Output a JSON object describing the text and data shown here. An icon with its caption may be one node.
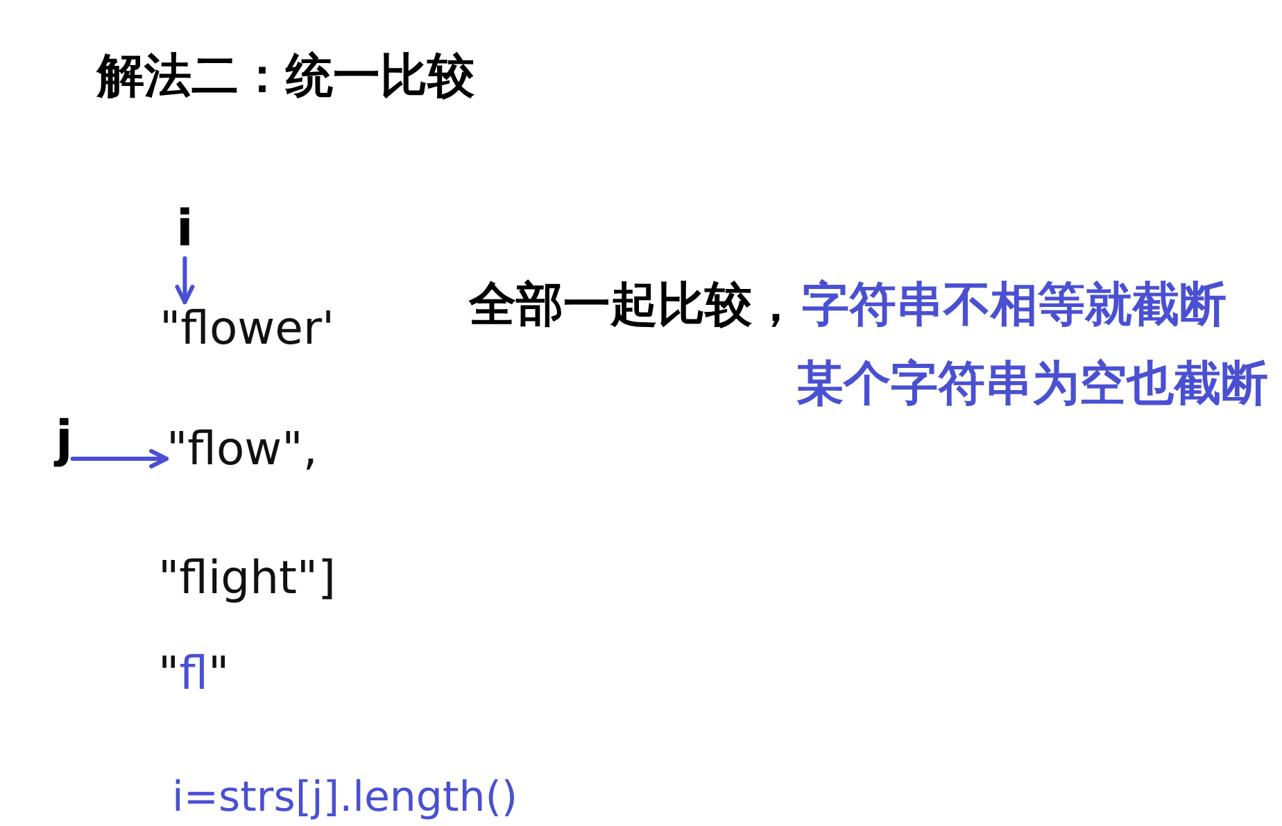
{
  "diagram": {
    "title": "解法二：统一比较",
    "nodes": [
      {
        "text": [
          "i"
        ]
      },
      {
        "text": [
          "\"flower'"
        ]
      },
      {
        "text": [
          "j"
        ]
      },
      {
        "text": [
          "\"flow\","
        ]
      }
    ],
    "edges": [
      {
        "from": 0,
        "to": 1,
        "arrow": "to"
      },
      {
        "from": 2,
        "to": 3,
        "arrow": "to"
      }
    ],
    "labels": [
      "全部一起比较，",
      "字符串不相等就截断",
      "某个字符串为空也截断",
      "\"flight\"]",
      "\"fl\"",
      "i=strs[j].length()"
    ]
  }
}
